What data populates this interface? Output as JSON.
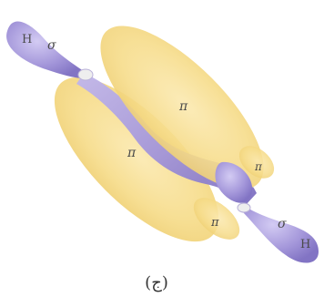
{
  "figure": {
    "atom_left": "H",
    "atom_right": "H",
    "sigma_left": "σ",
    "sigma_right": "σ",
    "pi_top": "π",
    "pi_middle": "π",
    "pi_right_upper": "π",
    "pi_right_lower": "π",
    "caption": "(ج)"
  },
  "colors": {
    "pi_lobe": "#f6dc8a",
    "sigma_bond": "#a294d8",
    "sigma_bond_dark": "#7d6fc0",
    "background": "#ffffff"
  }
}
